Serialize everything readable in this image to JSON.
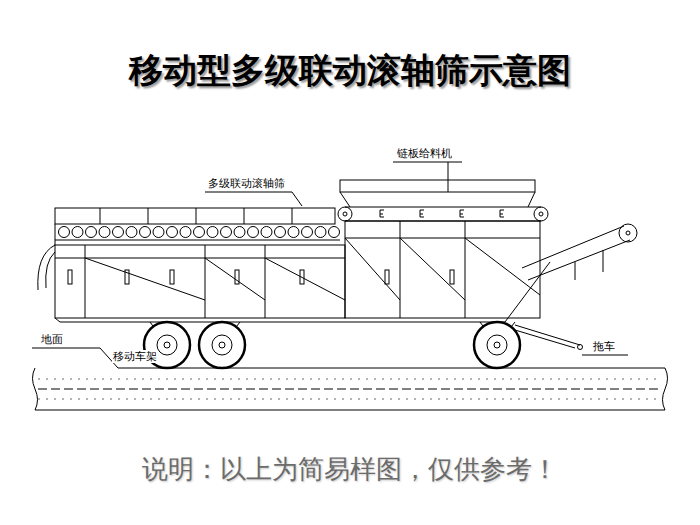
{
  "diagram": {
    "title": "移动型多级联动滚轴筛示意图",
    "caption": "说明：以上为简易样图，仅供参考！",
    "labels": [
      "多级联动滚轴筛",
      "链板给料机",
      "地面",
      "移动车架",
      "拖车"
    ]
  }
}
